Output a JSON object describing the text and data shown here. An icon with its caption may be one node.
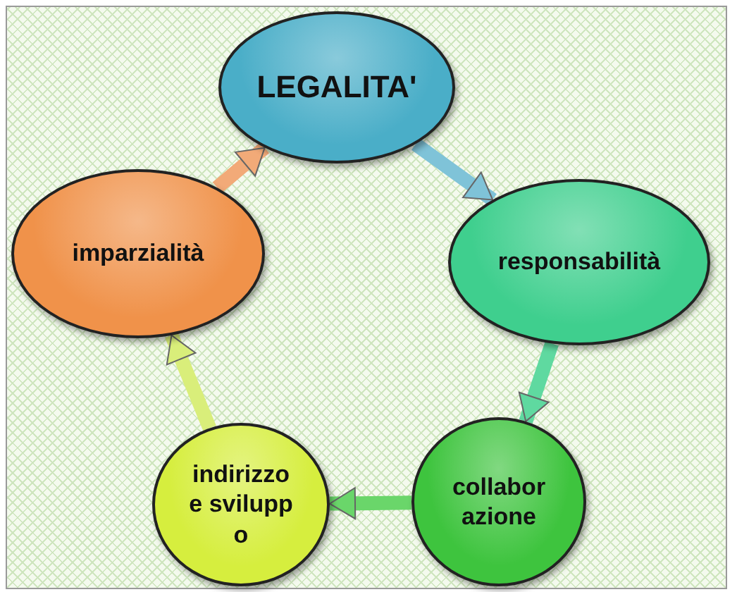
{
  "diagram": {
    "nodes": [
      {
        "text": [
          "LEGALITA'"
        ]
      },
      {
        "text": [
          "responsabilità"
        ]
      },
      {
        "text": [
          "collaborazione"
        ]
      },
      {
        "text": [
          "indirizzo e sviluppo"
        ]
      },
      {
        "text": [
          "imparzialità"
        ]
      }
    ],
    "edges": [
      {
        "from": 0,
        "to": 1,
        "arrow": "to",
        "color": "#7fc3d8"
      },
      {
        "from": 1,
        "to": 2,
        "arrow": "to",
        "color": "#5fd9a0"
      },
      {
        "from": 2,
        "to": 3,
        "arrow": "to",
        "color": "#6ad66a"
      },
      {
        "from": 3,
        "to": 4,
        "arrow": "to",
        "color": "#d9ee7a"
      },
      {
        "from": 4,
        "to": 0,
        "arrow": "to",
        "color": "#f2aa78"
      }
    ]
  }
}
